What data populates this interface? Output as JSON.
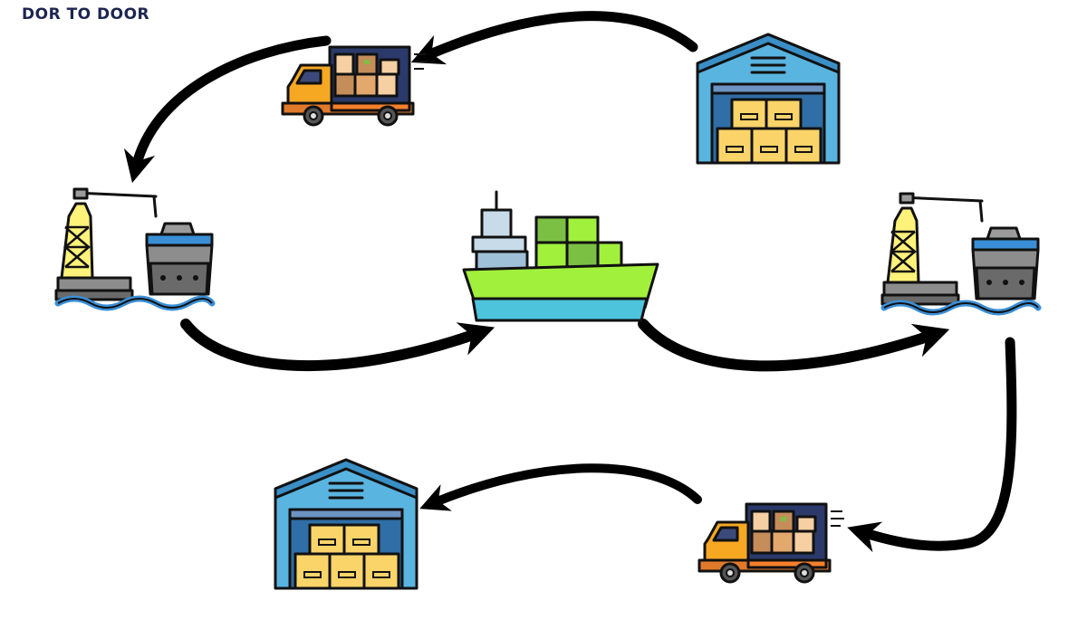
{
  "title": "DOR TO DOOR",
  "nodes": [
    {
      "id": "warehouse-origin",
      "icon": "warehouse-icon"
    },
    {
      "id": "truck-pickup",
      "icon": "delivery-truck-icon"
    },
    {
      "id": "port-origin",
      "icon": "port-crane-ship-icon"
    },
    {
      "id": "cargo-ship",
      "icon": "container-ship-icon"
    },
    {
      "id": "port-destination",
      "icon": "port-crane-ship-icon"
    },
    {
      "id": "truck-delivery",
      "icon": "delivery-truck-icon"
    },
    {
      "id": "warehouse-destination",
      "icon": "warehouse-icon"
    }
  ],
  "flow": [
    [
      "warehouse-origin",
      "truck-pickup"
    ],
    [
      "truck-pickup",
      "port-origin"
    ],
    [
      "port-origin",
      "cargo-ship"
    ],
    [
      "cargo-ship",
      "port-destination"
    ],
    [
      "port-destination",
      "truck-delivery"
    ],
    [
      "truck-delivery",
      "warehouse-destination"
    ]
  ],
  "colors": {
    "title": "#1c2550",
    "warehouse_blue": "#5ab4e0",
    "box_yellow": "#fbd469",
    "truck_orange": "#f7a823",
    "ship_green": "#a1f03c",
    "container_green": "#7cc043",
    "water_blue": "#3a8fd6",
    "crane_yellow": "#fff27a"
  }
}
